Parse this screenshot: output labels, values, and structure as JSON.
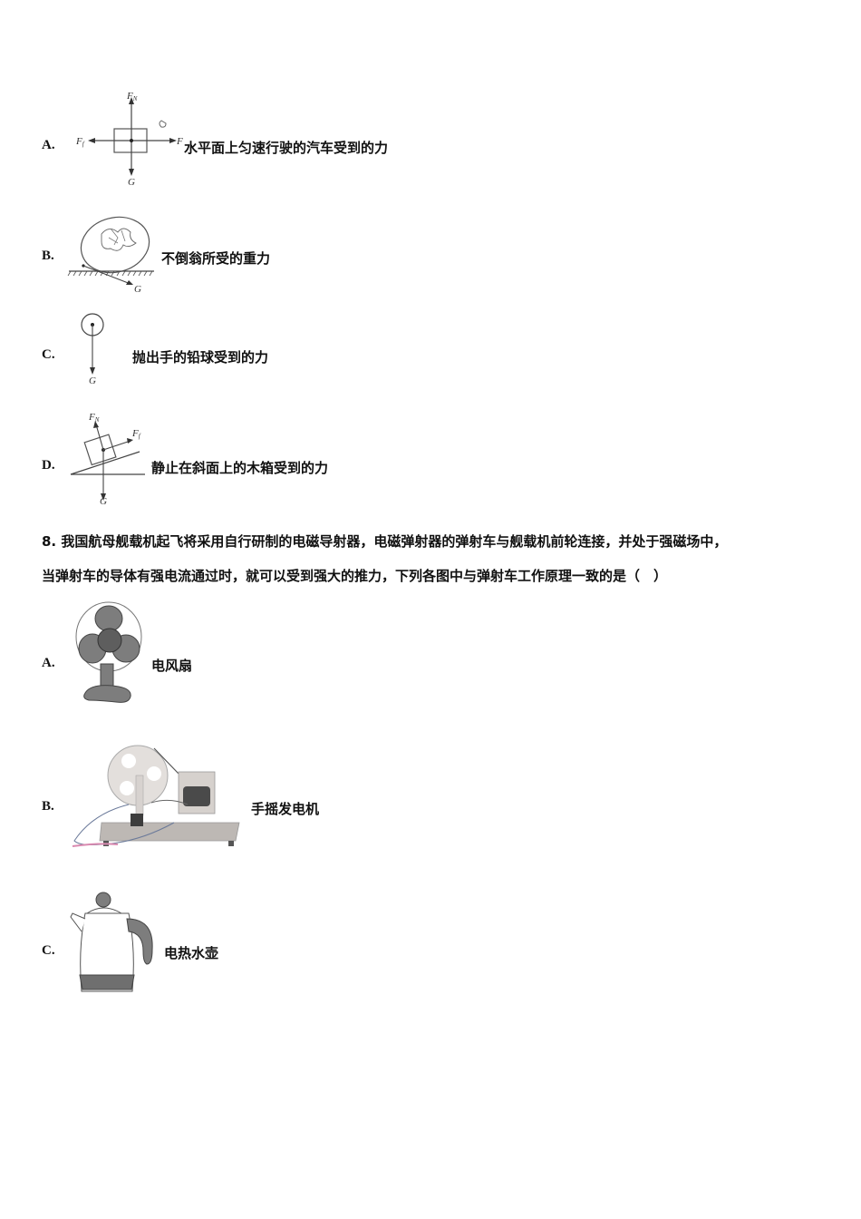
{
  "q7_options": [
    {
      "letter": "A.",
      "text": "水平面上匀速行驶的汽车受到的力",
      "figure": "free-body-diagram-car",
      "labels": {
        "up": "F",
        "up_sub": "N",
        "left": "F",
        "left_sub": "f",
        "right": "F",
        "down": "G"
      }
    },
    {
      "letter": "B.",
      "text": "不倒翁所受的重力",
      "figure": "roly-poly-toy-diagram",
      "labels": {
        "force": "G"
      }
    },
    {
      "letter": "C.",
      "text": "抛出手的铅球受到的力",
      "figure": "shot-put-diagram",
      "labels": {
        "force": "G"
      }
    },
    {
      "letter": "D.",
      "text": "静止在斜面上的木箱受到的力",
      "figure": "incline-box-diagram",
      "labels": {
        "normal": "F",
        "normal_sub": "N",
        "friction": "F",
        "friction_sub": "f",
        "gravity": "G"
      }
    }
  ],
  "q8": {
    "number": "8.",
    "line1": "我国航母舰载机起飞将采用自行研制的电磁导射器，电磁弹射器的弹射车与舰载机前轮连接，并处于强磁场中，",
    "line2": "当弹射车的导体有强电流通过时，就可以受到强大的推力，下列各图中与弹射车工作原理一致的是（　）",
    "options": [
      {
        "letter": "A.",
        "text": "电风扇",
        "figure": "electric-fan-image"
      },
      {
        "letter": "B.",
        "text": "手摇发电机",
        "figure": "hand-crank-generator-image"
      },
      {
        "letter": "C.",
        "text": "电热水壶",
        "figure": "electric-kettle-image"
      }
    ]
  }
}
